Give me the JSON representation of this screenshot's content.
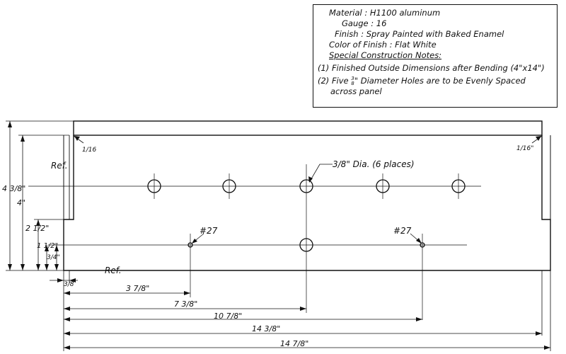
{
  "notes": {
    "material": "Material : H1100 aluminum",
    "gauge": "Gauge : 16",
    "finish": "Finish : Spray Painted with Baked Enamel",
    "color": "Color of Finish : Flat White",
    "special_heading": "Special Construction Notes:",
    "note1": "(1) Finished Outside Dimensions after Bending (4\"x14\")",
    "note2_prefix": "(2) Five",
    "note2_frac_num": "3",
    "note2_frac_den": "8",
    "note2_suffix": "\" Diameter Holes are to be Evenly Spaced",
    "note2_cont": "across panel"
  },
  "labels": {
    "ref_left": "Ref.",
    "ref_bottom": "Ref.",
    "bend_left": "1/16",
    "bend_right": "1/16\"",
    "hole_callout": "3/8\" Dia. (6 places)",
    "drill_left": "#27",
    "drill_right": "#27"
  },
  "dimensions": {
    "vertical": [
      "4 3/8\"",
      "4\"",
      "2 1/2\"",
      "1 1/2\"",
      "3/4\""
    ],
    "horizontal": [
      "3/8",
      "3 7/8\"",
      "7 3/8\"",
      "10 7/8\"",
      "14 3/8\"",
      "14 7/8\""
    ]
  },
  "colors": {
    "ink": "#111111",
    "paper": "#ffffff"
  }
}
